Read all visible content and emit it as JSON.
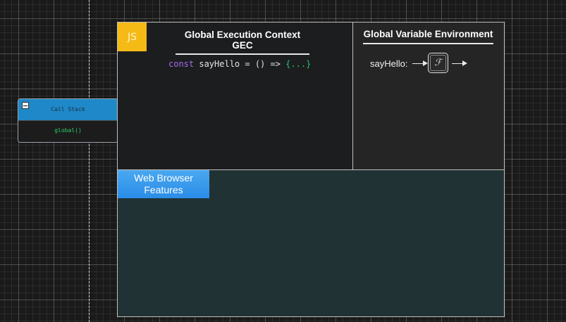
{
  "call_stack": {
    "title": "Call Stack",
    "frames": [
      "global()"
    ]
  },
  "engine": {
    "badge": "JS",
    "gec": {
      "title": "Global Execution Context GEC",
      "code": {
        "keyword": "const",
        "rest": " sayHello = () => ",
        "body": "{...}"
      }
    },
    "gve": {
      "title": "Global Variable Environment",
      "var_name": "sayHello:",
      "value_icon": "function-icon"
    }
  },
  "web_browser": {
    "label_line1": "Web Browser",
    "label_line2": "Features"
  },
  "colors": {
    "js_badge": "#f5ba15",
    "call_stack_header": "#1e88c8",
    "frame_text": "#2fd06a",
    "keyword": "#a26cf0",
    "web_browser_area": "#213234",
    "web_browser_label": "#2a8de8"
  }
}
